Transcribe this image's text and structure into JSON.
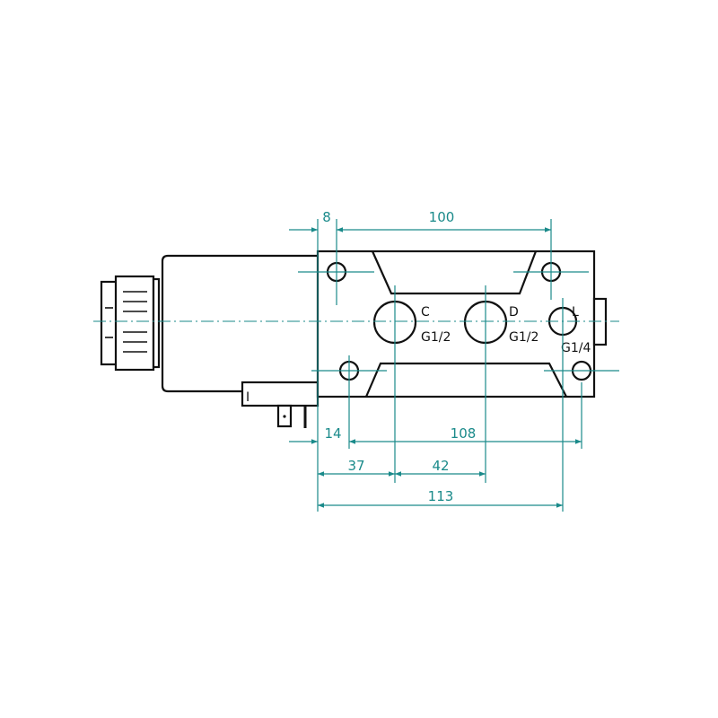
{
  "drawing": {
    "ports": [
      {
        "name": "C",
        "thread": "G1/2"
      },
      {
        "name": "D",
        "thread": "G1/2"
      },
      {
        "name": "L",
        "thread": "G1/4"
      }
    ],
    "dimensions": {
      "d8": "8",
      "d100": "100",
      "d14": "14",
      "d108": "108",
      "d37": "37",
      "d42": "42",
      "d113": "113"
    },
    "plug_mark": "I",
    "dimension_color": "#1a8a8a"
  }
}
